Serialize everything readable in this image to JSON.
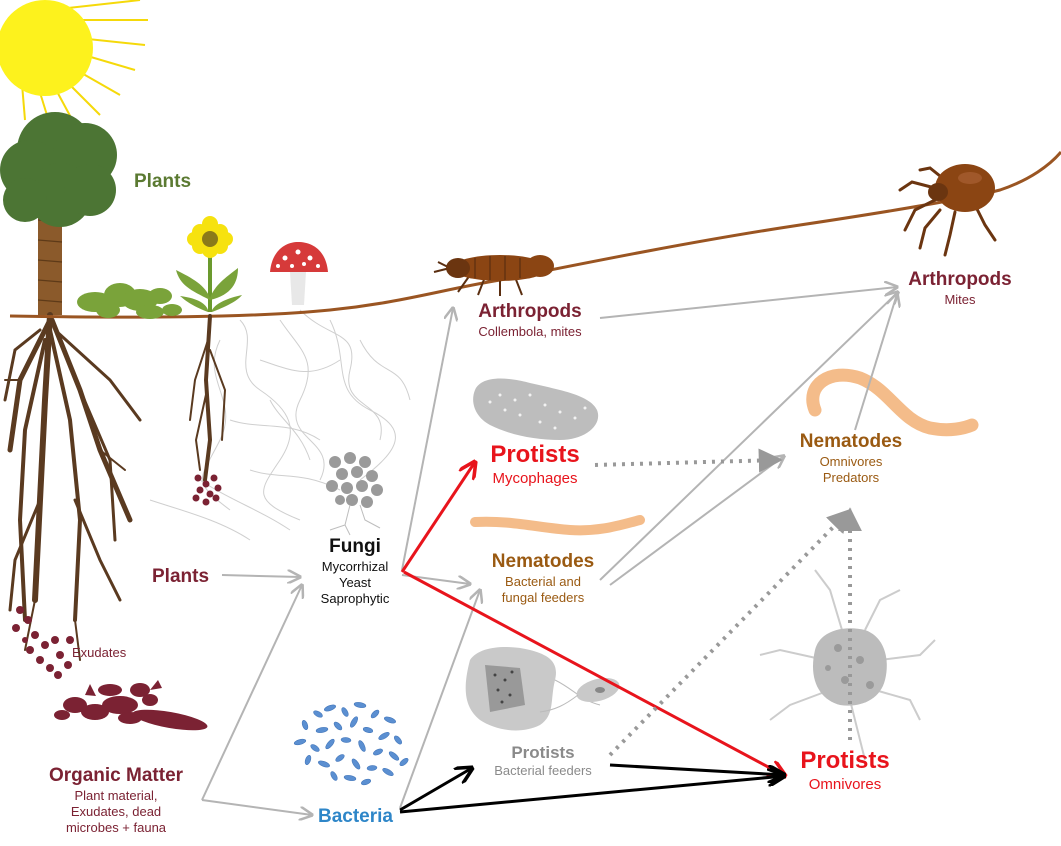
{
  "labels": {
    "plants_top": "Plants",
    "exudates": "Exudates",
    "plants_mid": "Plants",
    "fungi": {
      "title": "Fungi",
      "lines": [
        "Mycorrhizal",
        "Yeast",
        "Saprophytic"
      ]
    },
    "organic_matter": {
      "title": "Organic Matter",
      "lines": [
        "Plant material,",
        "Exudates, dead",
        "microbes + fauna"
      ]
    },
    "bacteria": "Bacteria",
    "arthropods_collembola": {
      "title": "Arthropods",
      "sub": "Collembola, mites"
    },
    "protists_mycophages": {
      "title": "Protists",
      "sub": "Mycophages"
    },
    "nematodes_feeders": {
      "title": "Nematodes",
      "lines": [
        "Bacterial and",
        "fungal feeders"
      ]
    },
    "protists_bacterial": {
      "title": "Protists",
      "sub": "Bacterial feeders"
    },
    "protists_omnivores": {
      "title": "Protists",
      "sub": "Omnivores"
    },
    "nematodes_omnivores": {
      "title": "Nematodes",
      "lines": [
        "Omnivores",
        "Predators"
      ]
    },
    "arthropods_mites": {
      "title": "Arthropods",
      "sub": "Mites"
    }
  },
  "colors": {
    "maroon": "#7b2233",
    "green_text": "#5b7a32",
    "red": "#e8141c",
    "brown_text": "#9a5a12",
    "blue": "#2e86c8",
    "gray_text": "#8a8a8a",
    "soil_line": "#9a5522",
    "gray_arrow": "#b4b4b4",
    "dotted_arrow": "#999999",
    "black_arrow": "#000000"
  }
}
